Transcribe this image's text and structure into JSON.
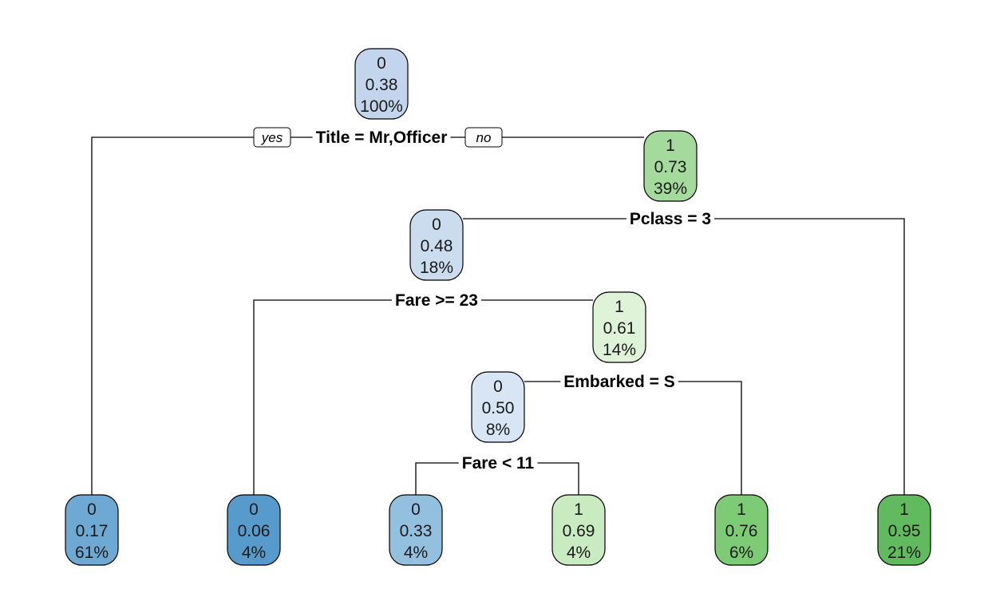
{
  "tree": {
    "nodes": [
      {
        "id": "root",
        "class": "0",
        "prob": "0.38",
        "pct": "100%",
        "color": "#c2d5ec"
      },
      {
        "id": "n_r",
        "class": "1",
        "prob": "0.73",
        "pct": "39%",
        "color": "#a4da9b"
      },
      {
        "id": "n_rl",
        "class": "0",
        "prob": "0.48",
        "pct": "18%",
        "color": "#cbdcef"
      },
      {
        "id": "n_rlr",
        "class": "1",
        "prob": "0.61",
        "pct": "14%",
        "color": "#dff3d8"
      },
      {
        "id": "n_rlrl",
        "class": "0",
        "prob": "0.50",
        "pct": "8%",
        "color": "#d7e5f4"
      },
      {
        "id": "leaf1",
        "class": "0",
        "prob": "0.17",
        "pct": "61%",
        "color": "#6ea9d4"
      },
      {
        "id": "leaf2",
        "class": "0",
        "prob": "0.06",
        "pct": "4%",
        "color": "#569bcb"
      },
      {
        "id": "leaf3",
        "class": "0",
        "prob": "0.33",
        "pct": "4%",
        "color": "#94c0e0"
      },
      {
        "id": "leaf4",
        "class": "1",
        "prob": "0.69",
        "pct": "4%",
        "color": "#c9ebc2"
      },
      {
        "id": "leaf5",
        "class": "1",
        "prob": "0.76",
        "pct": "6%",
        "color": "#7ecb76"
      },
      {
        "id": "leaf6",
        "class": "1",
        "prob": "0.95",
        "pct": "21%",
        "color": "#61bb5e"
      }
    ],
    "splits": [
      {
        "id": "s_root",
        "label": "Title =  Mr,Officer"
      },
      {
        "id": "s_r",
        "label": "Pclass = 3"
      },
      {
        "id": "s_rl",
        "label": "Fare >= 23"
      },
      {
        "id": "s_rlr",
        "label": "Embarked = S"
      },
      {
        "id": "s_rlrl",
        "label": "Fare < 11"
      }
    ],
    "yes_label": "yes",
    "no_label": "no"
  }
}
